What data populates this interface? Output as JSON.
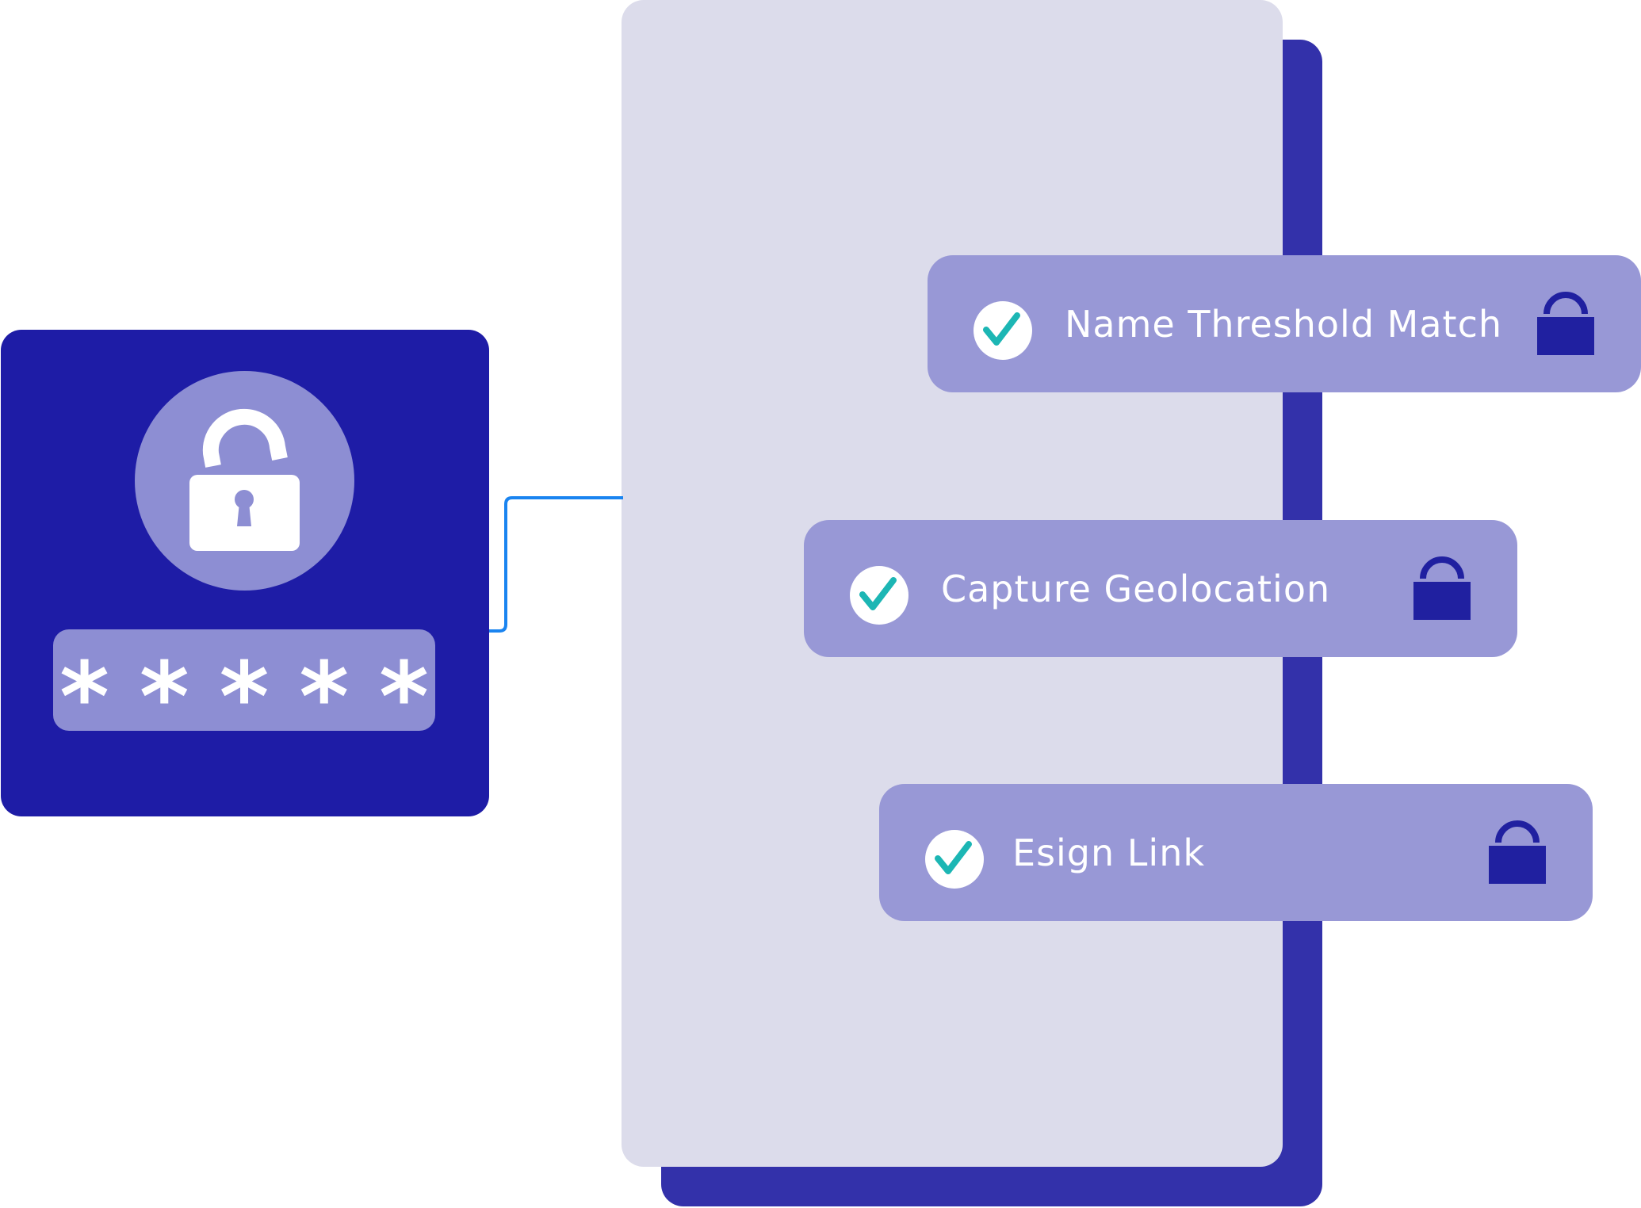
{
  "login": {
    "password_mask": "*****"
  },
  "features": [
    {
      "label": "Name Threshold Match"
    },
    {
      "label": "Capture Geolocation"
    },
    {
      "label": "Esign Link"
    }
  ],
  "colors": {
    "login_card": "#1e1ca6",
    "login_accent": "#8d8ed3",
    "panel": "#dcdceb",
    "panel_shadow": "#3331aa",
    "feature_row": "#9898d6",
    "padlock": "#2020a0",
    "check": "#1cb6b4",
    "connector": "#1a84f0"
  },
  "icons": {
    "login_lock": "unlocked-padlock-icon",
    "feature_check": "check-circle-icon",
    "feature_lock": "padlock-icon"
  }
}
